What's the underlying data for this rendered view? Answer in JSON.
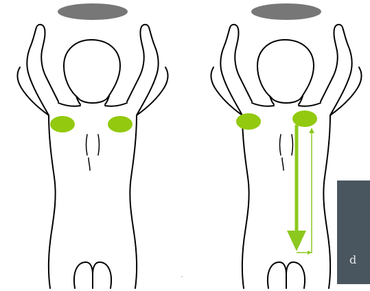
{
  "colors": {
    "background": "#ffffff",
    "outline": "#000000",
    "contact_pad": "#93c90f",
    "stroke_arrow": "#8cc81e",
    "plate": "#777777",
    "side_panel": "#4a565f",
    "side_panel_text": "#e6e8ea"
  },
  "figures": [
    {
      "pose": "arms-raised-back-view",
      "contact_pads": [
        "left-shoulder-blade",
        "right-shoulder-blade"
      ],
      "motion": null
    },
    {
      "pose": "arms-raised-back-view",
      "contact_pads": [
        "left-shoulder-blade",
        "right-shoulder-blade"
      ],
      "motion": "downward-stroke-along-right-back"
    }
  ],
  "side_panel": {
    "text": "d"
  }
}
